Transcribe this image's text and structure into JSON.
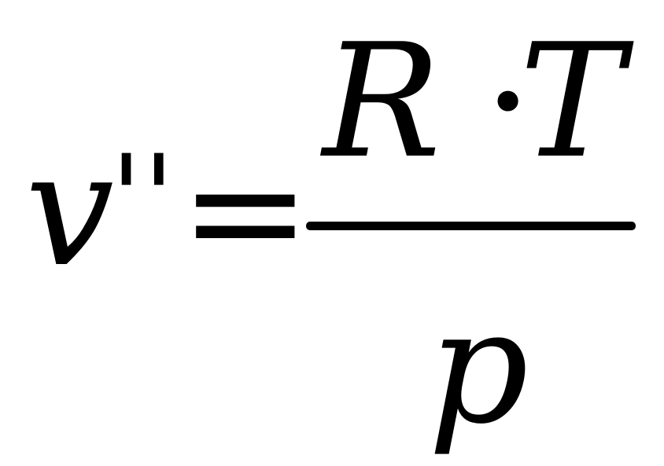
{
  "formula": {
    "lhs_variable": "v",
    "lhs_prime": "''",
    "equals": "=",
    "numerator": {
      "left": "R",
      "operator": "·",
      "right": "T"
    },
    "denominator": "p"
  },
  "colors": {
    "background": "#ffffff",
    "ink": "#000000"
  }
}
